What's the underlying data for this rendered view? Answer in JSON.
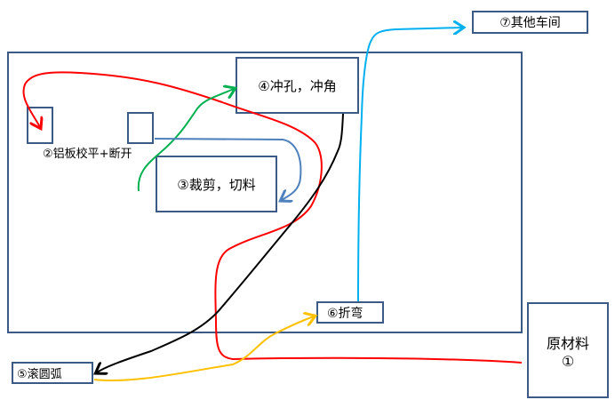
{
  "nodes": {
    "raw_material": "原材料",
    "raw_material_num": "①",
    "leveling": "②铝板校平+断开",
    "cutting": "③裁剪，切料",
    "punching": "④冲孔，冲角",
    "rolling": "⑤滚圆弧",
    "bending": "⑥折弯",
    "other_workshop": "⑦其他车间"
  },
  "colors": {
    "box_border": "#3c5a86",
    "red_path": "#ff0000",
    "black_path": "#000000",
    "yellow_path": "#ffc000",
    "cyan_path": "#00b0f0",
    "green_path": "#00b050",
    "blue_path": "#4f81bd"
  }
}
